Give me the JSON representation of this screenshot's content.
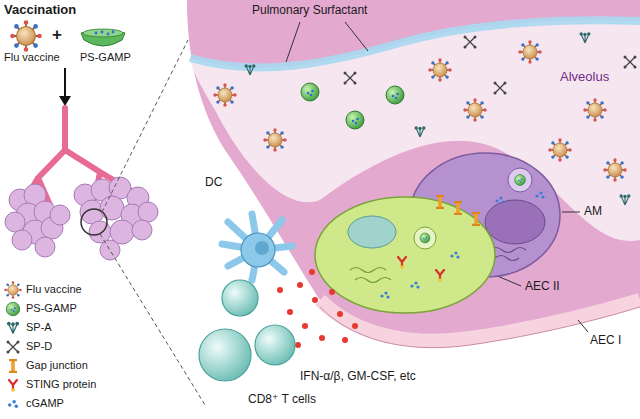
{
  "diagram": {
    "title": "Vaccination",
    "labels": [
      "Flu vaccine",
      "+",
      "PS-GAMP",
      "Pulmonary Surfactant",
      "Alveolus",
      "DC",
      "AM",
      "AEC II",
      "AEC I",
      "IFN-α/β, GM-CSF, etc",
      "CD8⁺ T cells"
    ],
    "legend": [
      {
        "text": "Flu vaccine"
      },
      {
        "text": "PS-GAMP"
      },
      {
        "text": "SP-A"
      },
      {
        "text": "SP-D"
      },
      {
        "text": "Gap junction"
      },
      {
        "text": "STING protein"
      },
      {
        "text": "cGAMP"
      }
    ]
  }
}
